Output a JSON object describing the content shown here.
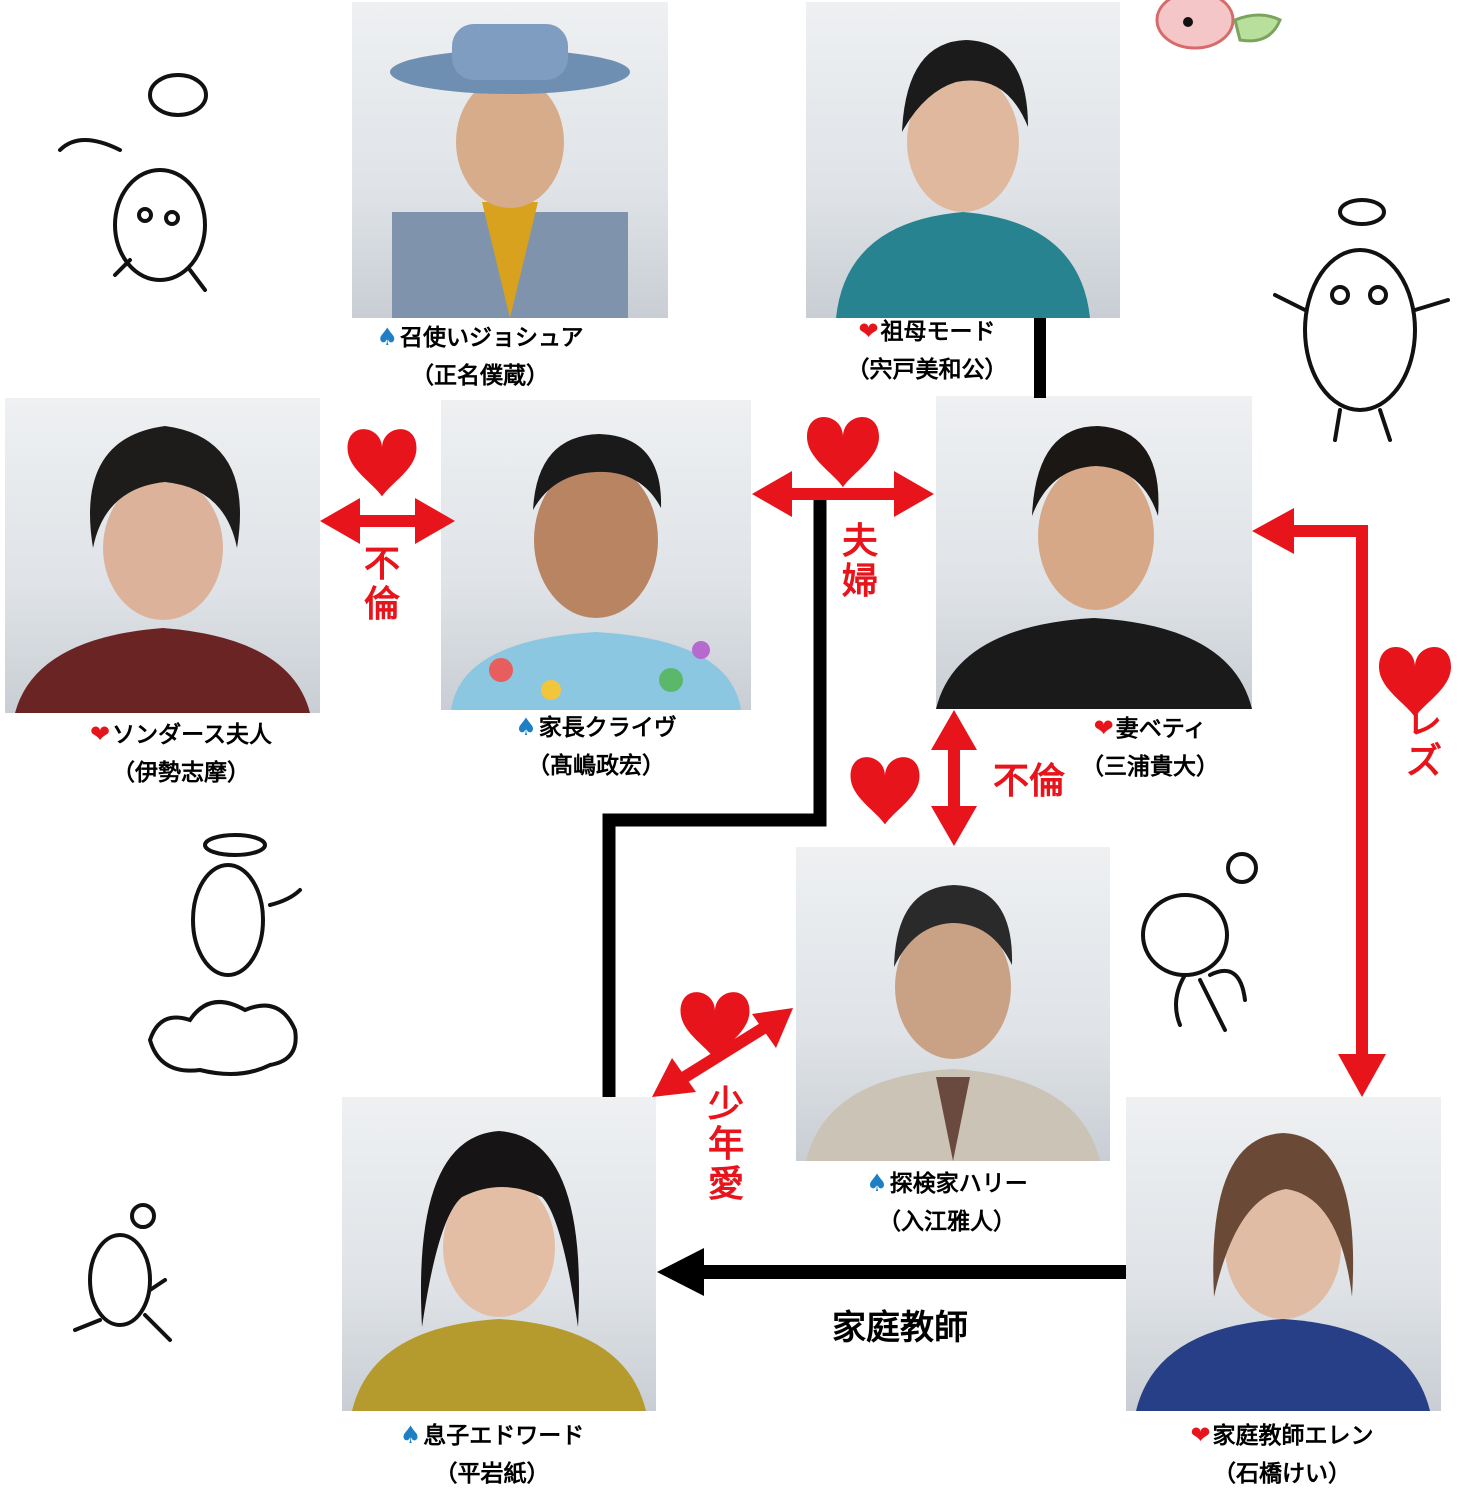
{
  "characters": {
    "joshua": {
      "symbol": "♠",
      "symbol_type": "spade",
      "role": "召使いジョシュア",
      "actor": "（正名僕蔵）"
    },
    "maude": {
      "symbol": "❤",
      "symbol_type": "heart",
      "role": "祖母モード",
      "actor": "（宍戸美和公）"
    },
    "saunders": {
      "symbol": "❤",
      "symbol_type": "heart",
      "role": "ソンダース夫人",
      "actor": "（伊勢志摩）"
    },
    "clive": {
      "symbol": "♠",
      "symbol_type": "spade",
      "role": "家長クライヴ",
      "actor": "（髙嶋政宏）"
    },
    "betty": {
      "symbol": "❤",
      "symbol_type": "heart",
      "role": "妻ベティ",
      "actor": "（三浦貴大）"
    },
    "harry": {
      "symbol": "♠",
      "symbol_type": "spade",
      "role": "探検家ハリー",
      "actor": "（入江雅人）"
    },
    "edward": {
      "symbol": "♠",
      "symbol_type": "spade",
      "role": "息子エドワード",
      "actor": "（平岩紙）"
    },
    "ellen": {
      "symbol": "❤",
      "symbol_type": "heart",
      "role": "家庭教師エレン",
      "actor": "（石橋けい）"
    }
  },
  "relations": {
    "saunders_clive": "不倫",
    "clive_betty": "夫婦",
    "betty_harry": "不倫",
    "betty_ellen": "レズ",
    "harry_edward": "少年愛",
    "ellen_edward": "家庭教師"
  },
  "colors": {
    "red": "#e8141b",
    "black": "#000000",
    "spade_blue": "#1e7fc4"
  }
}
